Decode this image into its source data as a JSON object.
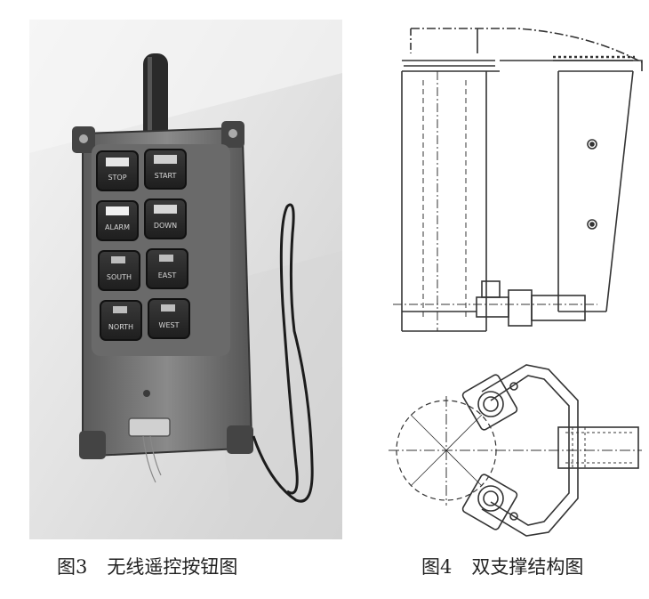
{
  "figure3": {
    "number": "图3",
    "title": "无线遥控按钮图",
    "buttons": [
      {
        "label": "STOP"
      },
      {
        "label": "START"
      },
      {
        "label": "ALARM"
      },
      {
        "label": "DOWN"
      },
      {
        "label": "SOUTH"
      },
      {
        "label": "EAST"
      },
      {
        "label": "NORTH"
      },
      {
        "label": "WEST"
      }
    ]
  },
  "figure4": {
    "number": "图4",
    "title": "双支撑结构图"
  }
}
